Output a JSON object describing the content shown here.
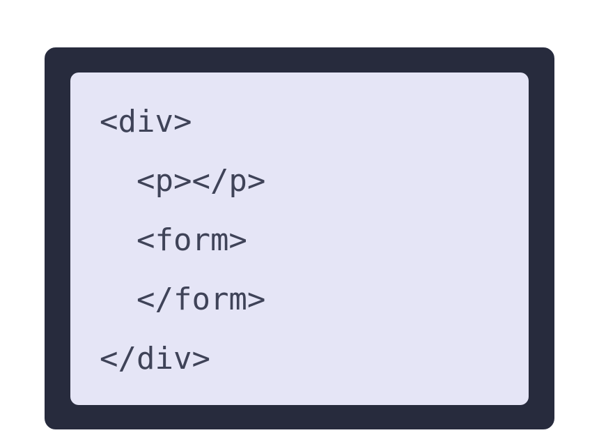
{
  "code_card": {
    "lines": [
      "<div>",
      "  <p></p>",
      "  <form>",
      "  </form>",
      "</div>"
    ],
    "colors": {
      "card_background": "#272b3d",
      "card_border": "#fdfdff",
      "panel_background": "#e5e5f6",
      "code_text": "#3f4358",
      "page_background": "#ffffff"
    }
  }
}
